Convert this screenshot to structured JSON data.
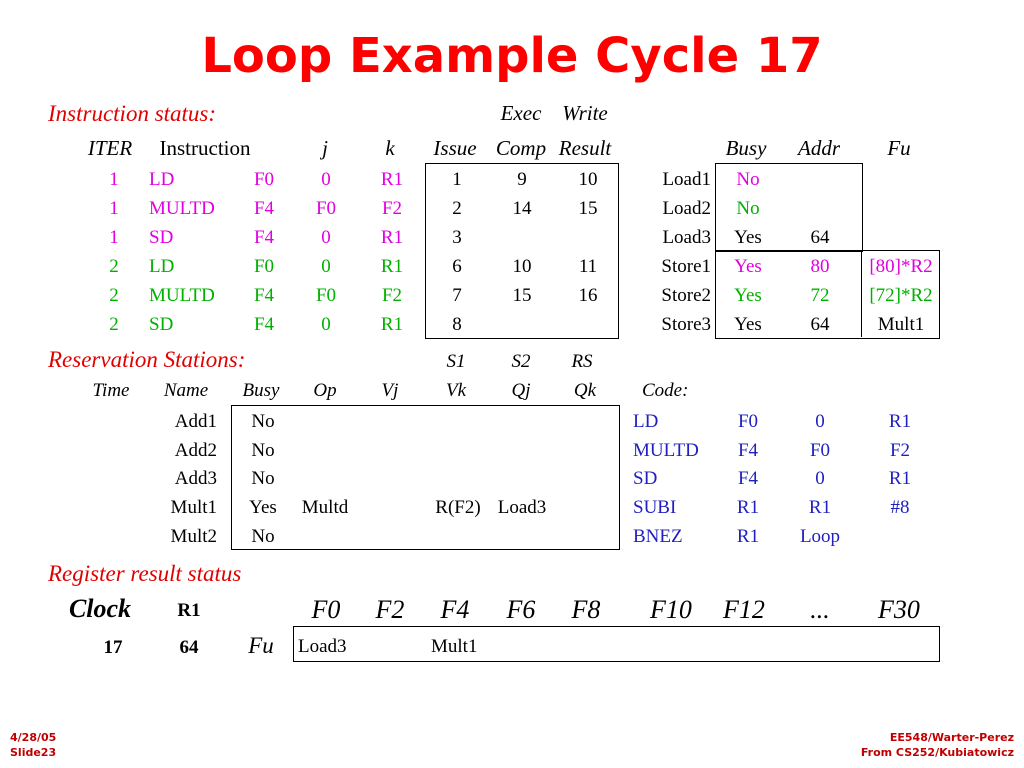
{
  "title": "Loop Example Cycle 17",
  "instruction_status": {
    "label": "Instruction status:",
    "header_top": [
      "Exec",
      "Write"
    ],
    "headers": [
      "ITER",
      "Instruction",
      "j",
      "k",
      "Issue",
      "Comp",
      "Result"
    ],
    "rows": [
      {
        "iter": "1",
        "op": "LD",
        "dst": "F0",
        "j": "0",
        "k": "R1",
        "issue": "1",
        "comp": "9",
        "result": "10"
      },
      {
        "iter": "1",
        "op": "MULTD",
        "dst": "F4",
        "j": "F0",
        "k": "F2",
        "issue": "2",
        "comp": "14",
        "result": "15"
      },
      {
        "iter": "1",
        "op": "SD",
        "dst": "F4",
        "j": "0",
        "k": "R1",
        "issue": "3",
        "comp": "",
        "result": ""
      },
      {
        "iter": "2",
        "op": "LD",
        "dst": "F0",
        "j": "0",
        "k": "R1",
        "issue": "6",
        "comp": "10",
        "result": "11"
      },
      {
        "iter": "2",
        "op": "MULTD",
        "dst": "F4",
        "j": "F0",
        "k": "F2",
        "issue": "7",
        "comp": "15",
        "result": "16"
      },
      {
        "iter": "2",
        "op": "SD",
        "dst": "F4",
        "j": "0",
        "k": "R1",
        "issue": "8",
        "comp": "",
        "result": ""
      }
    ]
  },
  "load_store": {
    "headers": [
      "Busy",
      "Addr",
      "Fu"
    ],
    "rows": [
      {
        "name": "Load1",
        "busy": "No",
        "addr": "",
        "fu": ""
      },
      {
        "name": "Load2",
        "busy": "No",
        "addr": "",
        "fu": ""
      },
      {
        "name": "Load3",
        "busy": "Yes",
        "addr": "64",
        "fu": ""
      },
      {
        "name": "Store1",
        "busy": "Yes",
        "addr": "80",
        "fu": "[80]*R2"
      },
      {
        "name": "Store2",
        "busy": "Yes",
        "addr": "72",
        "fu": "[72]*R2"
      },
      {
        "name": "Store3",
        "busy": "Yes",
        "addr": "64",
        "fu": "Mult1"
      }
    ]
  },
  "reservation_stations": {
    "label": "Reservation Stations:",
    "header_top": [
      "S1",
      "S2",
      "RS"
    ],
    "headers": [
      "Time",
      "Name",
      "Busy",
      "Op",
      "Vj",
      "Vk",
      "Qj",
      "Qk"
    ],
    "rows": [
      {
        "name": "Add1",
        "busy": "No",
        "op": "",
        "vj": "",
        "vk": "",
        "qj": "",
        "qk": ""
      },
      {
        "name": "Add2",
        "busy": "No",
        "op": "",
        "vj": "",
        "vk": "",
        "qj": "",
        "qk": ""
      },
      {
        "name": "Add3",
        "busy": "No",
        "op": "",
        "vj": "",
        "vk": "",
        "qj": "",
        "qk": ""
      },
      {
        "name": "Mult1",
        "busy": "Yes",
        "op": "Multd",
        "vj": "",
        "vk": "R(F2)",
        "qj": "Load3",
        "qk": ""
      },
      {
        "name": "Mult2",
        "busy": "No",
        "op": "",
        "vj": "",
        "vk": "",
        "qj": "",
        "qk": ""
      }
    ]
  },
  "code": {
    "label": "Code:",
    "rows": [
      [
        "LD",
        "F0",
        "0",
        "R1"
      ],
      [
        "MULTD",
        "F4",
        "F0",
        "F2"
      ],
      [
        "SD",
        "F4",
        "0",
        "R1"
      ],
      [
        "SUBI",
        "R1",
        "R1",
        "#8"
      ],
      [
        "BNEZ",
        "R1",
        "Loop",
        ""
      ]
    ]
  },
  "register_status": {
    "label": "Register result status",
    "clock_label": "Clock",
    "r1_label": "R1",
    "clock_value": "17",
    "r1_value": "64",
    "fu_label": "Fu",
    "registers": [
      "F0",
      "F2",
      "F4",
      "F6",
      "F8",
      "F10",
      "F12",
      "...",
      "F30"
    ],
    "fu_values": [
      "Load3",
      "",
      "Mult1",
      "",
      "",
      "",
      "",
      "",
      ""
    ]
  },
  "footer": {
    "date": "4/28/05",
    "slide": "Slide23",
    "course": "EE548/Warter-Perez",
    "source": "From CS252/Kubiatowicz"
  },
  "colors": {
    "title": "#ff0000",
    "section_label": "#e00000",
    "iteration_row": "#e000e0",
    "iteration2_row": "#00b000",
    "code": "#2020c0"
  }
}
